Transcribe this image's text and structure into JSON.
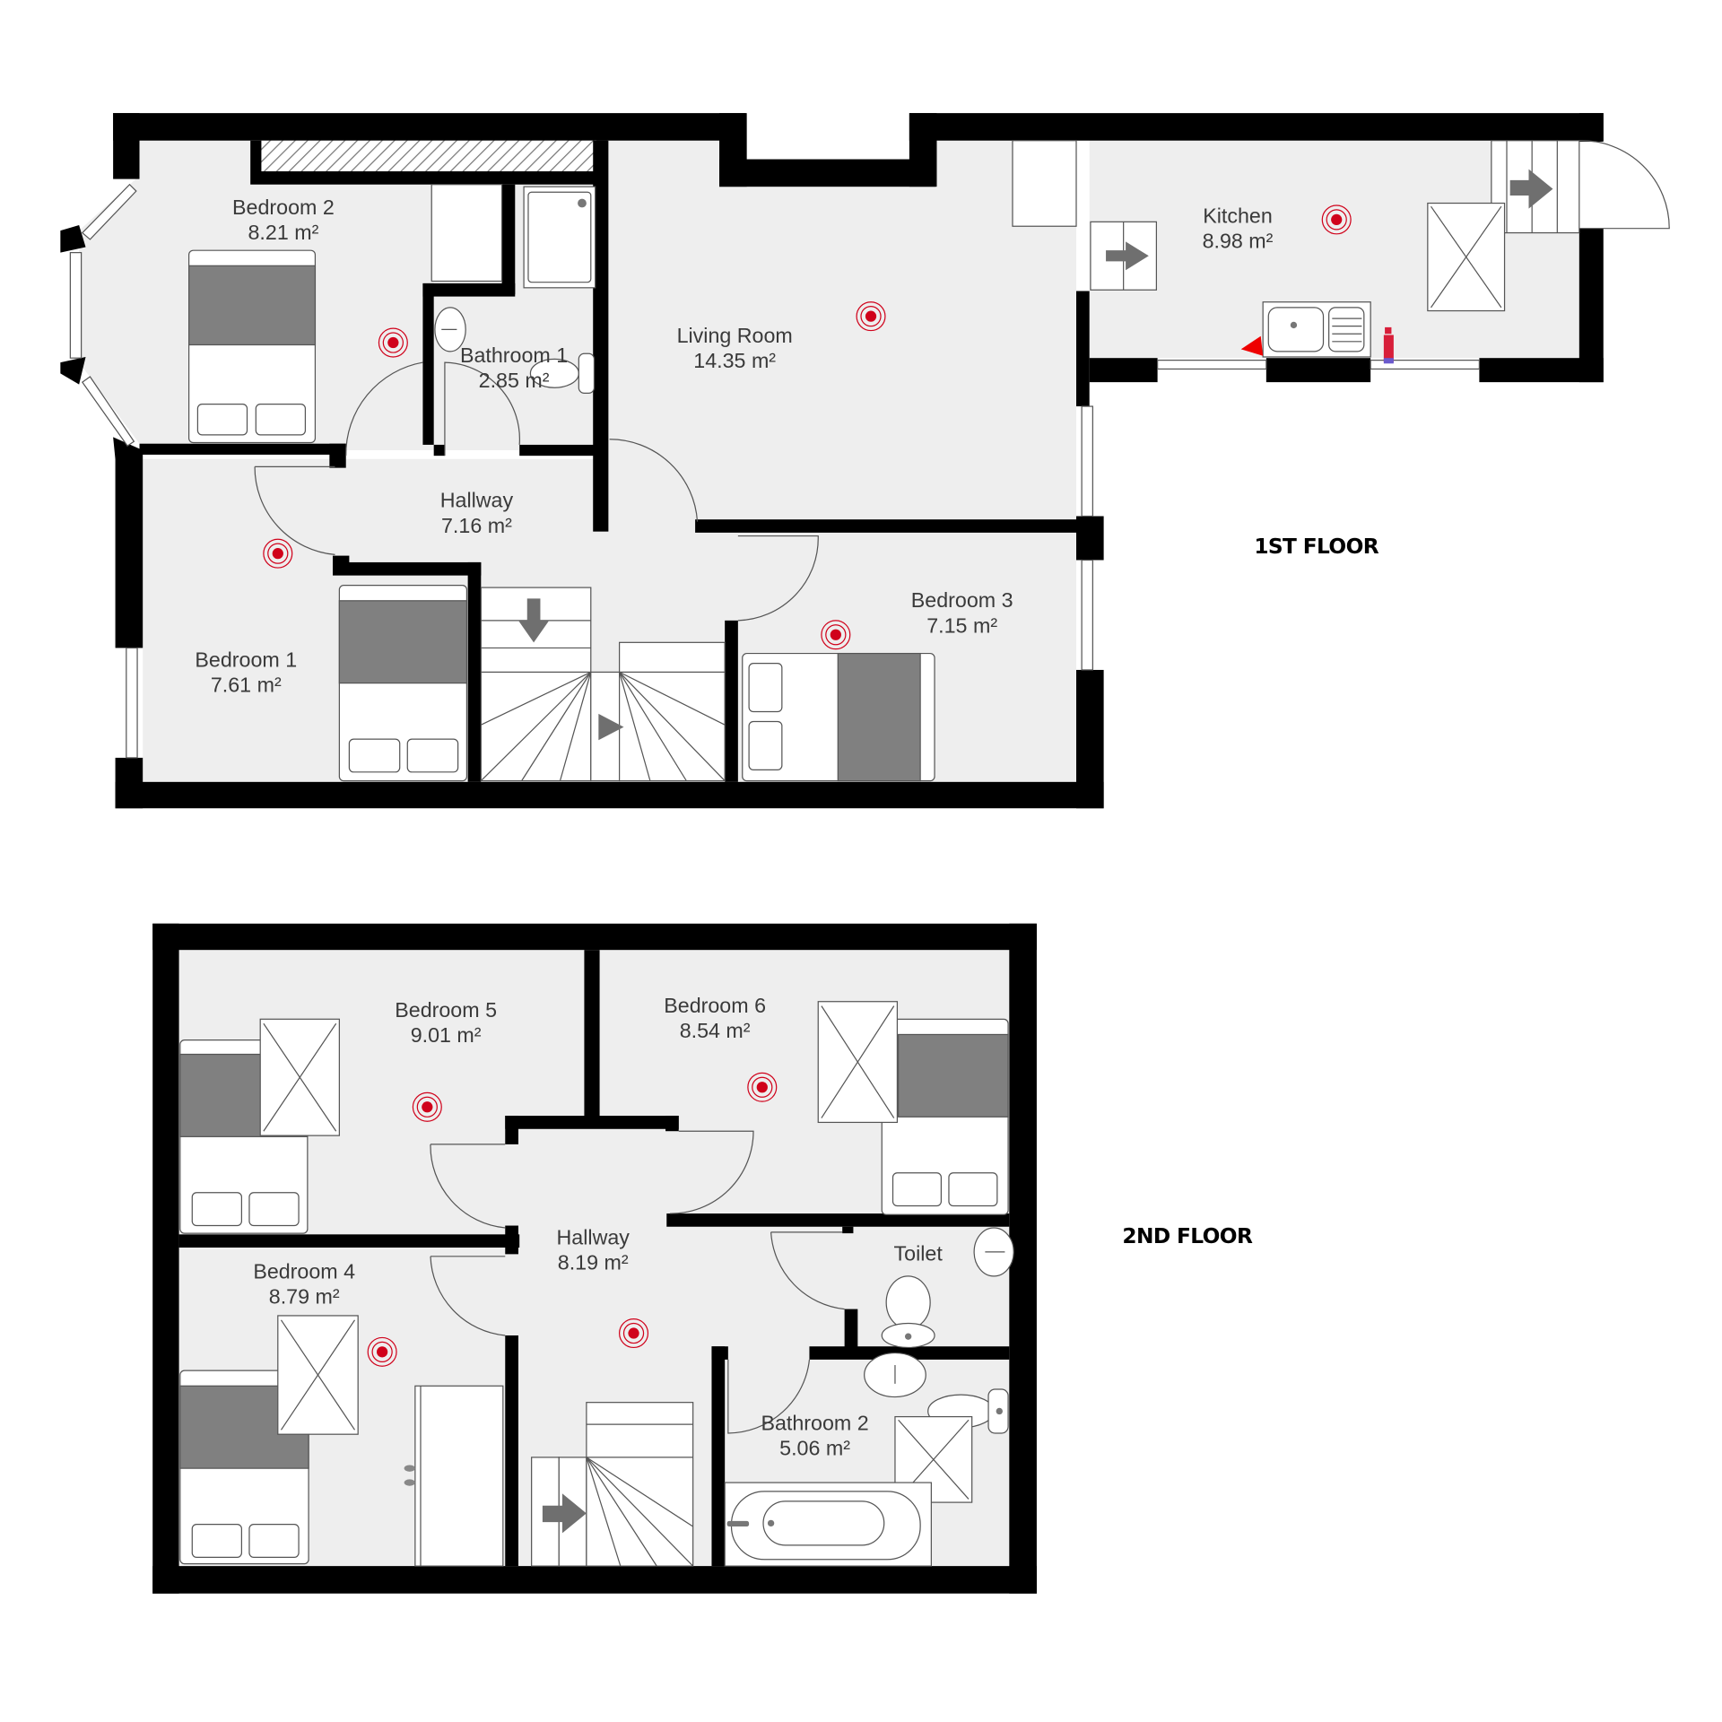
{
  "floors": [
    {
      "label": "1ST FLOOR",
      "rooms": [
        {
          "name": "Bedroom 2",
          "area": "8.21 m²"
        },
        {
          "name": "Bathroom 1",
          "area": "2.85 m²"
        },
        {
          "name": "Living Room",
          "area": "14.35 m²"
        },
        {
          "name": "Kitchen",
          "area": "8.98 m²"
        },
        {
          "name": "Hallway",
          "area": "7.16 m²"
        },
        {
          "name": "Bedroom 1",
          "area": "7.61 m²"
        },
        {
          "name": "Bedroom 3",
          "area": "7.15 m²"
        }
      ]
    },
    {
      "label": "2ND FLOOR",
      "rooms": [
        {
          "name": "Bedroom 5",
          "area": "9.01 m²"
        },
        {
          "name": "Bedroom 6",
          "area": "8.54 m²"
        },
        {
          "name": "Hallway",
          "area": "8.19 m²"
        },
        {
          "name": "Toilet",
          "area": ""
        },
        {
          "name": "Bedroom 4",
          "area": "8.79 m²"
        },
        {
          "name": "Bathroom 2",
          "area": "5.06 m²"
        }
      ]
    }
  ],
  "icons": {
    "room_marker": "target-marker-icon",
    "stairs_direction": "arrow-icon",
    "fire_extinguisher": "fire-extinguisher-icon",
    "fire_blanket": "fire-blanket-icon"
  },
  "colors": {
    "wall": "#000000",
    "floor": "#eeeeee",
    "marker": "#d0021b",
    "furniture_dark": "#808080"
  }
}
